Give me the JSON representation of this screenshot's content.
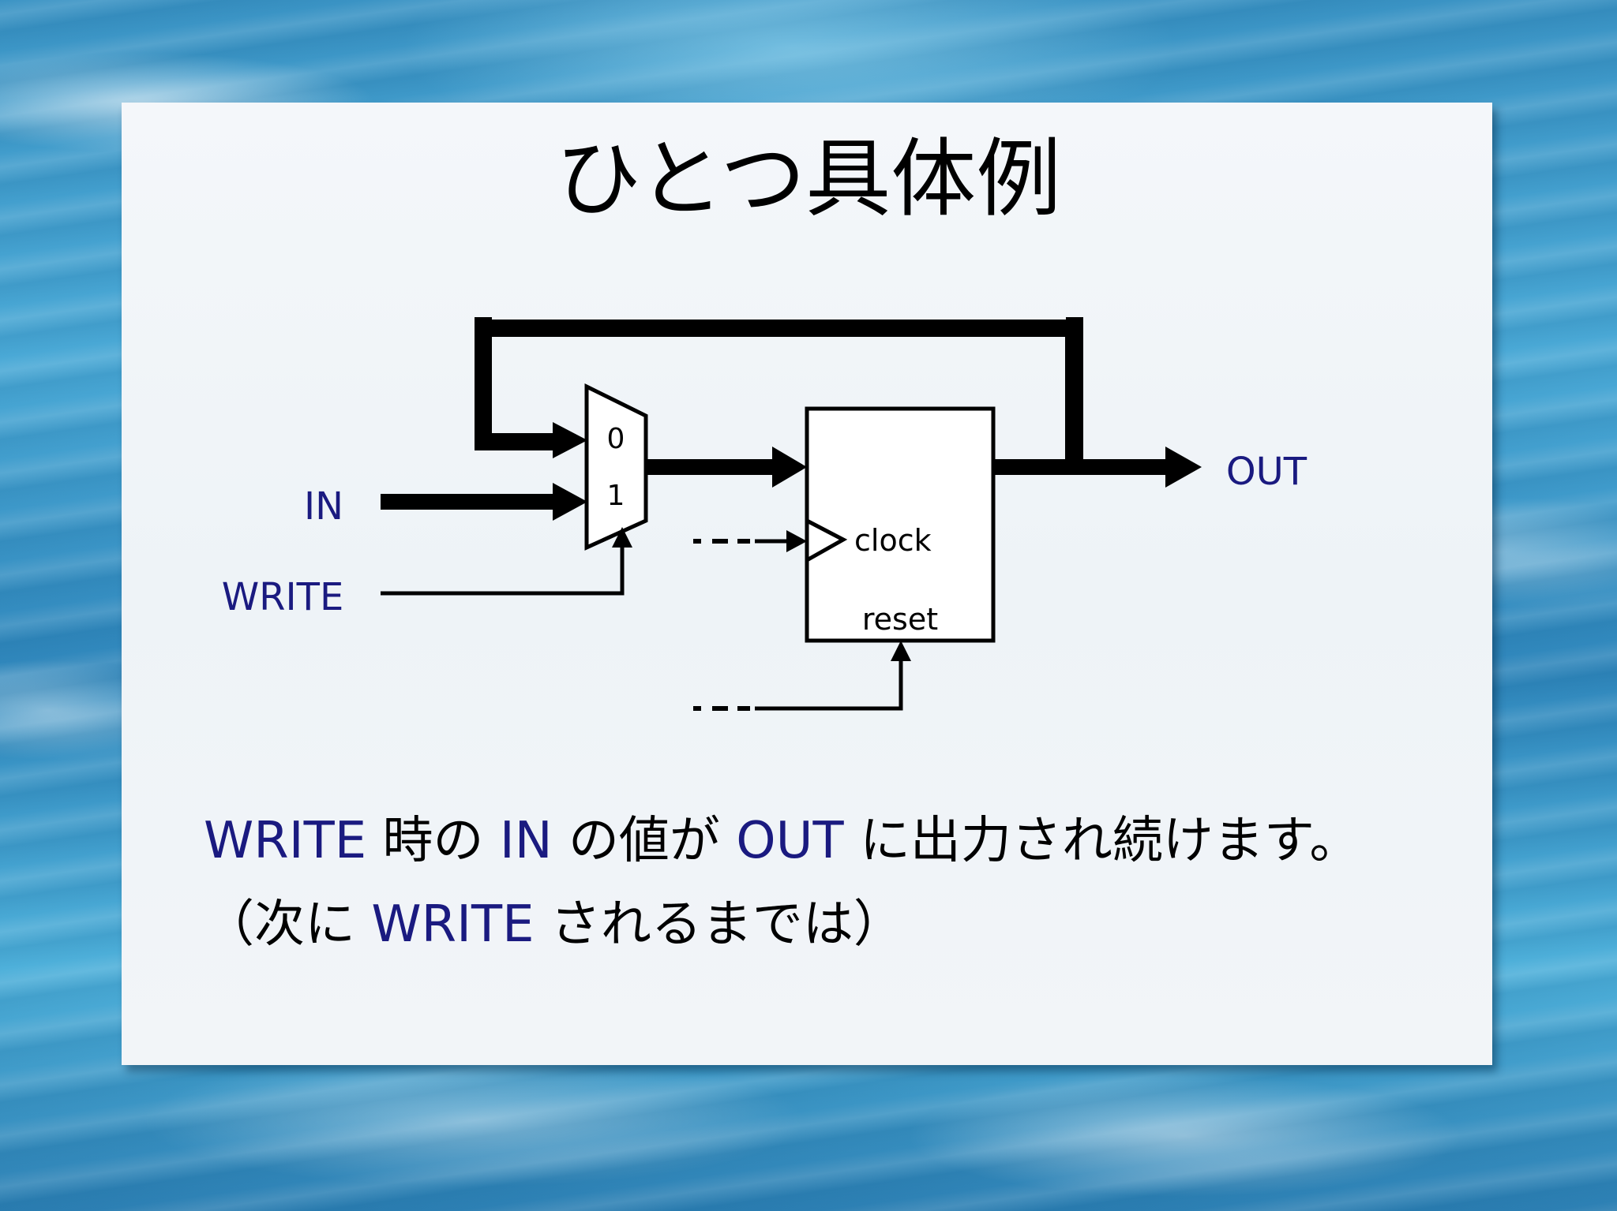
{
  "title": "ひとつ具体例",
  "diagram": {
    "labels": {
      "in": "IN",
      "write": "WRITE",
      "out": "OUT",
      "mux_0": "0",
      "mux_1": "1",
      "clock": "clock",
      "reset": "reset"
    }
  },
  "body": {
    "line1": {
      "kw1": "WRITE",
      "t1": " 時の ",
      "kw2": "IN",
      "t2": " の値が ",
      "kw3": "OUT",
      "t3": " に出力され続けます。"
    },
    "line2": {
      "t1": "（次に ",
      "kw1": "WRITE",
      "t2": " されるまでは）"
    }
  },
  "colors": {
    "keyword": "#1a1a80",
    "text": "#000000",
    "wire": "#000000"
  }
}
